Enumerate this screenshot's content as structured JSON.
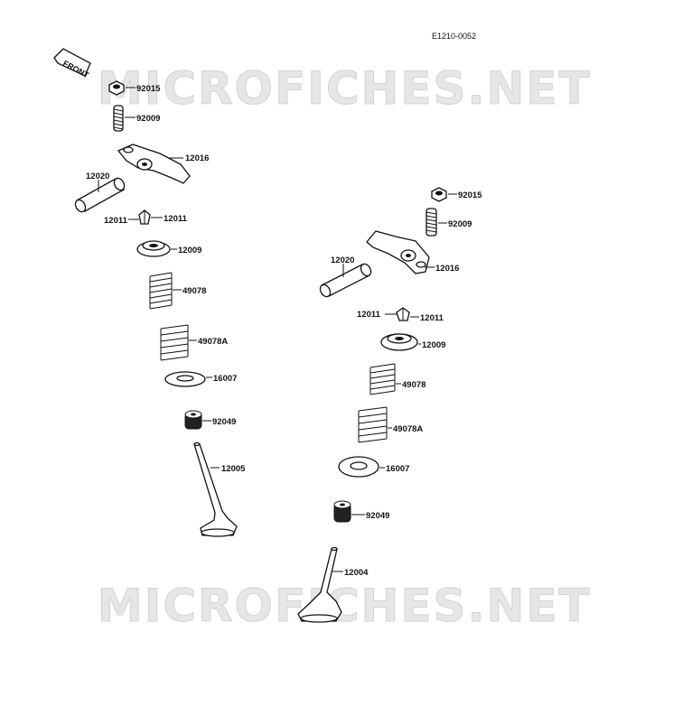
{
  "ref_code": "E1210-0052",
  "front_label": "FRONT",
  "watermark": "MICROFICHES.NET",
  "left_assembly": {
    "adjust_nut": "92015",
    "adjust_screw": "92009",
    "rocker_arm": "12016",
    "rocker_shaft": "12020",
    "keeper_left": "12011",
    "keeper_right": "12011",
    "retainer": "12009",
    "inner_spring": "49078",
    "outer_spring": "49078A",
    "spring_seat": "16007",
    "stem_seal": "92049",
    "valve": "12005"
  },
  "right_assembly": {
    "adjust_nut": "92015",
    "adjust_screw": "92009",
    "rocker_arm": "12016",
    "rocker_shaft": "12020",
    "keeper_left": "12011",
    "keeper_right": "12011",
    "retainer": "12009",
    "inner_spring": "49078",
    "outer_spring": "49078A",
    "spring_seat": "16007",
    "stem_seal": "92049",
    "valve": "12004"
  }
}
